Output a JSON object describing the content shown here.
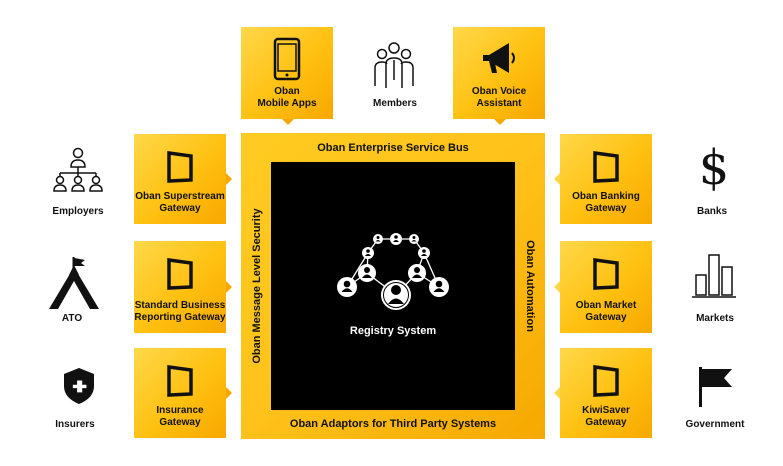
{
  "top": {
    "mobile": "Oban\nMobile Apps",
    "members": "Members",
    "voice": "Oban Voice\nAssistant"
  },
  "core": {
    "top_bar": "Oban Enterprise Service Bus",
    "bottom_bar": "Oban Adaptors for Third Party Systems",
    "left_bar": "Oban Message Level Security",
    "right_bar": "Oban Automation",
    "center": "Registry System"
  },
  "left_gateways": [
    {
      "label": "Oban Superstream\nGateway"
    },
    {
      "label": "Standard Business\nReporting Gateway"
    },
    {
      "label": "Insurance\nGateway"
    }
  ],
  "right_gateways": [
    {
      "label": "Oban Banking\nGateway"
    },
    {
      "label": "Oban Market\nGateway"
    },
    {
      "label": "KiwiSaver\nGateway"
    }
  ],
  "left_entities": [
    {
      "label": "Employers",
      "icon": "org-chart-icon"
    },
    {
      "label": "ATO",
      "icon": "mountain-flag-icon"
    },
    {
      "label": "Insurers",
      "icon": "shield-plus-icon"
    }
  ],
  "right_entities": [
    {
      "label": "Banks",
      "icon": "dollar-icon"
    },
    {
      "label": "Markets",
      "icon": "bar-chart-icon"
    },
    {
      "label": "Government",
      "icon": "flag-icon"
    }
  ],
  "colors": {
    "accent": "#ffc21a",
    "dark": "#000000"
  }
}
